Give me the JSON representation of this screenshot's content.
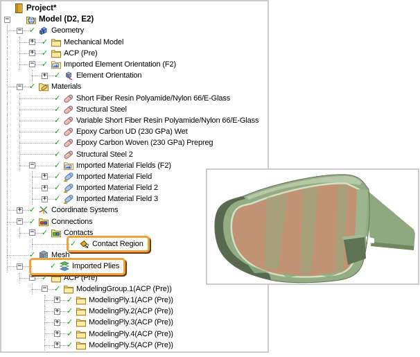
{
  "colors": {
    "highlight_box": "#f1a236",
    "highlight_shadow": "#6d3a10",
    "check_green": "#15a315",
    "panel_border": "#cbcbcb"
  },
  "symbols": {
    "check": "✓",
    "minus": "−",
    "plus": "+"
  },
  "tree": {
    "rows": [
      {
        "label": "Project*",
        "level": 0,
        "bold": true,
        "icon": "project-book",
        "check": false,
        "expand": null,
        "guides": []
      },
      {
        "label": "Model (D2, E2)",
        "level": 1,
        "bold": true,
        "icon": "model-folder",
        "check": false,
        "expand": "minus",
        "guides": []
      },
      {
        "label": "Geometry",
        "level": 2,
        "icon": "geometry",
        "check": true,
        "expand": "minus",
        "guides": [
          0
        ]
      },
      {
        "label": "Mechanical Model",
        "level": 3,
        "icon": "folder",
        "check": true,
        "expand": "plus",
        "guides": [
          0,
          1
        ]
      },
      {
        "label": "ACP (Pre)",
        "level": 3,
        "icon": "folder",
        "check": true,
        "expand": "plus",
        "guides": [
          0,
          1
        ]
      },
      {
        "label": "Imported Element Orientation (F2)",
        "level": 3,
        "icon": "folder-import",
        "check": true,
        "expand": "minus",
        "guides": [
          0,
          1
        ]
      },
      {
        "label": "Element Orientation",
        "level": 4,
        "icon": "element-orientation",
        "check": true,
        "expand": "plus",
        "guides": [
          0,
          2
        ]
      },
      {
        "label": "Materials",
        "level": 2,
        "icon": "materials-folder",
        "check": true,
        "expand": "minus",
        "guides": [
          0
        ]
      },
      {
        "label": "Short Fiber Resin Polyamide/Nylon 66/E-Glass",
        "level": 3,
        "shift": 1,
        "icon": "material-tag",
        "check": true,
        "expand": null,
        "guides": [
          0,
          1
        ]
      },
      {
        "label": "Structural Steel",
        "level": 3,
        "shift": 1,
        "icon": "material-tag",
        "check": true,
        "expand": null,
        "guides": [
          0,
          1
        ]
      },
      {
        "label": "Variable Short Fiber Resin Polyamide/Nylon 66/E-Glass",
        "level": 3,
        "shift": 1,
        "icon": "material-tag",
        "check": true,
        "expand": null,
        "guides": [
          0,
          1
        ]
      },
      {
        "label": "Epoxy Carbon UD (230 GPa) Wet",
        "level": 3,
        "shift": 1,
        "icon": "material-tag",
        "check": true,
        "expand": null,
        "guides": [
          0,
          1
        ]
      },
      {
        "label": "Epoxy Carbon Woven (230 GPa) Prepreg",
        "level": 3,
        "shift": 1,
        "icon": "material-tag",
        "check": true,
        "expand": null,
        "guides": [
          0,
          1
        ]
      },
      {
        "label": "Structural Steel 2",
        "level": 3,
        "shift": 1,
        "icon": "material-tag",
        "check": true,
        "expand": null,
        "guides": [
          0,
          1
        ]
      },
      {
        "label": "Imported Material Fields (F2)",
        "level": 3,
        "shift": 1,
        "icon": "folder-import",
        "check": true,
        "expand": "minus",
        "guides": [
          0,
          1
        ]
      },
      {
        "label": "Imported Material Field",
        "level": 4,
        "icon": "field-tag",
        "check": true,
        "expand": "plus",
        "guides": [
          0,
          2
        ]
      },
      {
        "label": "Imported Material Field 2",
        "level": 4,
        "icon": "field-tag",
        "check": true,
        "expand": "plus",
        "guides": [
          0,
          2
        ]
      },
      {
        "label": "Imported Material Field 3",
        "level": 4,
        "icon": "field-tag",
        "check": true,
        "expand": "plus",
        "guides": [
          0,
          2
        ]
      },
      {
        "label": "Coordinate Systems",
        "level": 2,
        "icon": "coordinate-systems",
        "check": true,
        "expand": "plus",
        "guides": [
          0
        ]
      },
      {
        "label": "Connections",
        "level": 2,
        "icon": "connections-folder",
        "check": true,
        "expand": "minus",
        "guides": [
          0
        ]
      },
      {
        "label": "Contacts",
        "level": 3,
        "icon": "contacts-folder",
        "check": true,
        "expand": "minus",
        "guides": [
          0,
          1
        ]
      },
      {
        "label": "Contact Region",
        "level": 4,
        "shift": 1,
        "icon": "contact-region",
        "check": true,
        "expand": null,
        "guides": [
          0,
          2
        ],
        "highlight": "item"
      },
      {
        "label": "Mesh",
        "level": 2,
        "icon": "mesh",
        "check": true,
        "expand": null,
        "guides": [
          0
        ]
      },
      {
        "label": "Imported Plies",
        "level": 2,
        "icon": "plies",
        "check": true,
        "expand": "minus",
        "guides": [
          0
        ],
        "highlight": "row"
      },
      {
        "label": "ACP (Pre)",
        "level": 3,
        "icon": "folder",
        "check": true,
        "expand": "minus",
        "guides": [
          1
        ]
      },
      {
        "label": "ModelingGroup.1(ACP (Pre))",
        "level": 4,
        "icon": "folder",
        "check": true,
        "expand": "minus",
        "guides": [
          2
        ]
      },
      {
        "label": "ModelingPly.1(ACP (Pre))",
        "level": 5,
        "icon": "folder",
        "check": true,
        "expand": "plus",
        "guides": [
          3
        ]
      },
      {
        "label": "ModelingPly.2(ACP (Pre))",
        "level": 5,
        "icon": "folder",
        "check": true,
        "expand": "plus",
        "guides": [
          3
        ]
      },
      {
        "label": "ModelingPly.3(ACP (Pre))",
        "level": 5,
        "icon": "folder",
        "check": true,
        "expand": "plus",
        "guides": [
          3
        ]
      },
      {
        "label": "ModelingPly.4(ACP (Pre))",
        "level": 5,
        "icon": "folder",
        "check": true,
        "expand": "plus",
        "guides": [
          3
        ]
      },
      {
        "label": "ModelingPly.5(ACP (Pre))",
        "level": 5,
        "icon": "folder",
        "check": true,
        "expand": "plus",
        "guides": [
          3
        ]
      }
    ]
  },
  "model_view": {
    "shell": "#93ac84",
    "shell_dark": "#57694f",
    "shell_light": "#bccdab",
    "interior": "#c29274",
    "stripe": "#8fae80",
    "rim": "#d2e0c4",
    "arm": "#8ea97f",
    "arm_shade": "#71885f",
    "wall": "#9db58e",
    "notch": "#5d7354",
    "notch_top": "#a3bb94",
    "outline": "#5f7257"
  }
}
